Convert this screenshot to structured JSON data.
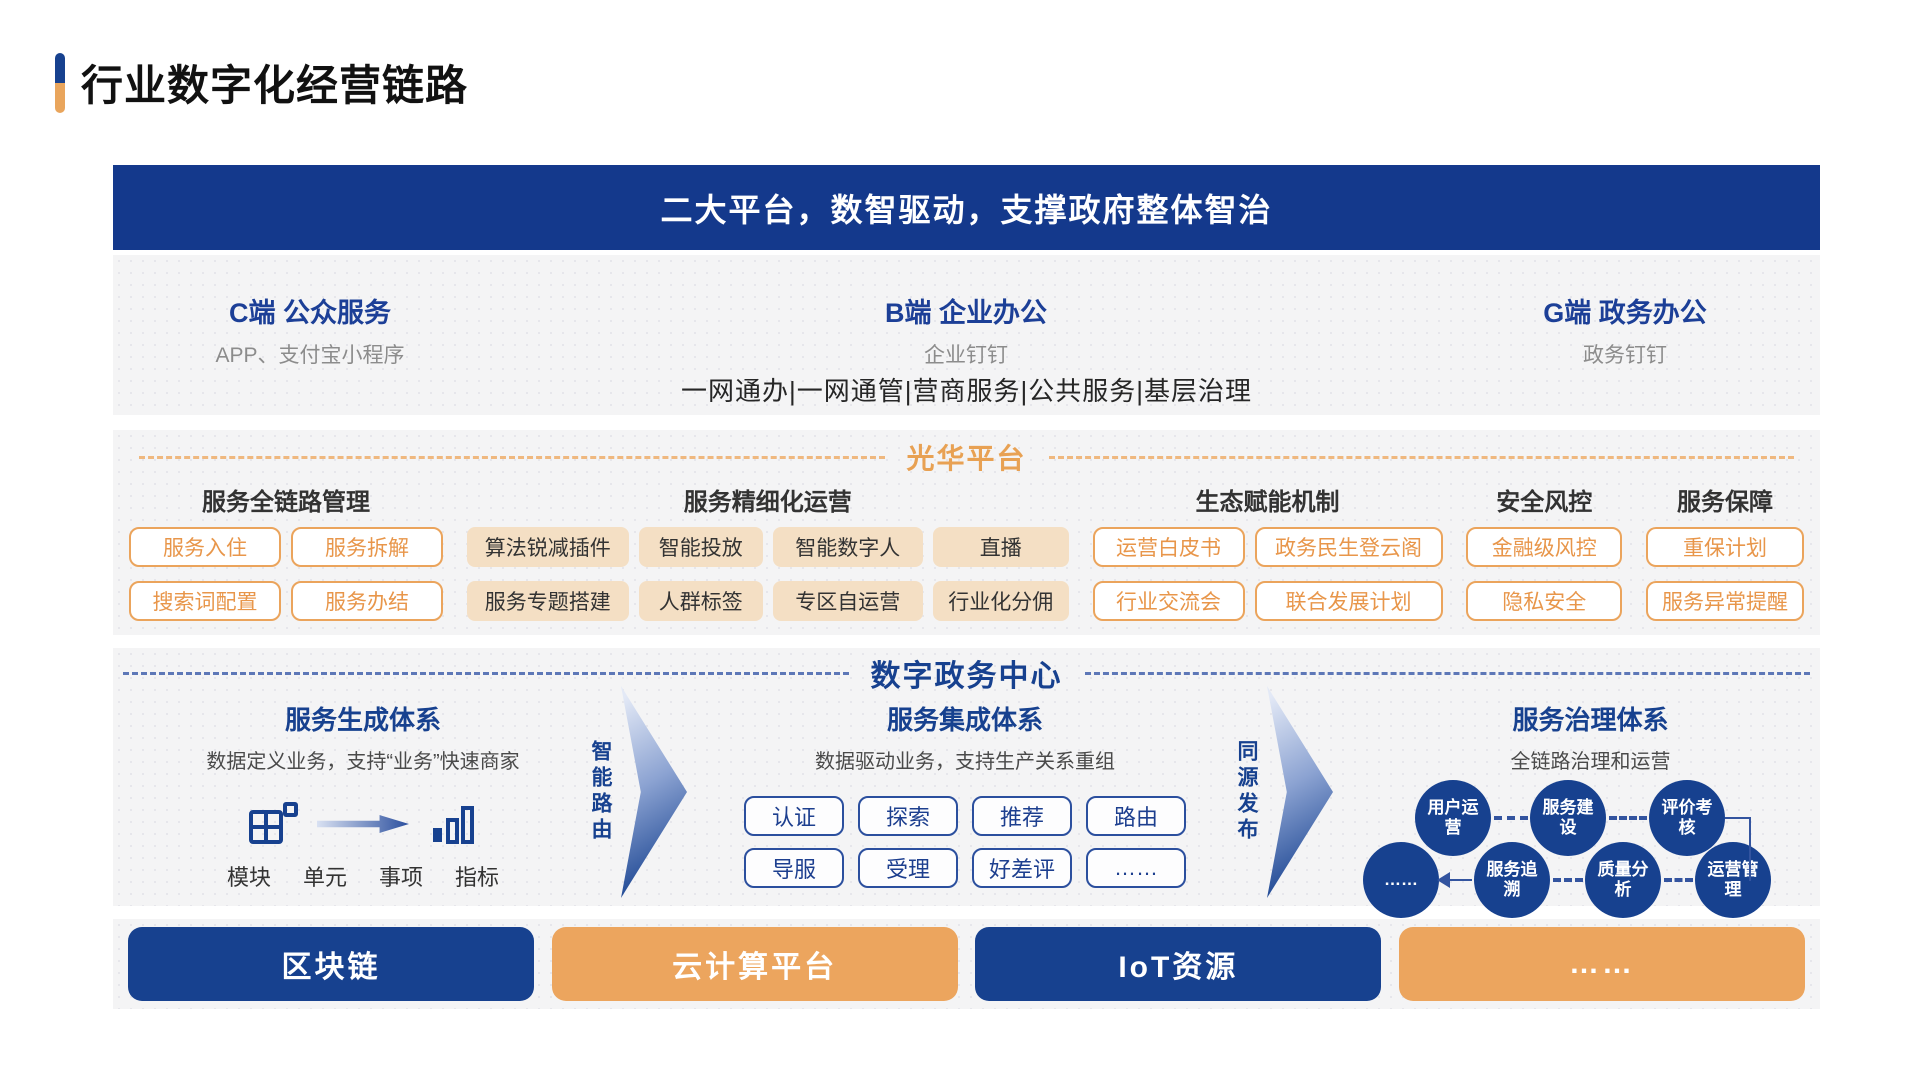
{
  "page_title": "行业数字化经营链路",
  "banner": {
    "text": "二大平台，数智驱动，支撑政府整体智治"
  },
  "platforms": {
    "channels": [
      {
        "title": "C端 公众服务",
        "subtitle": "APP、支付宝小程序"
      },
      {
        "title": "B端 企业办公",
        "subtitle": "企业钉钉"
      },
      {
        "title": "G端 政务办公",
        "subtitle": "政务钉钉"
      }
    ],
    "services_line": "一网通办|一网通管|营商服务|公共服务|基层治理"
  },
  "guanghua": {
    "title": "光华平台",
    "groups": [
      {
        "header": "服务全链路管理",
        "buttons": [
          "服务入住",
          "服务拆解",
          "搜索词配置",
          "服务办结"
        ]
      },
      {
        "header": "服务精细化运营",
        "buttons": [
          "算法锐减插件",
          "智能投放",
          "智能数字人",
          "直播",
          "服务专题搭建",
          "人群标签",
          "专区自运营",
          "行业化分佣"
        ]
      },
      {
        "header": "生态赋能机制",
        "buttons": [
          "运营白皮书",
          "政务民生登云阁",
          "行业交流会",
          "联合发展计划"
        ]
      },
      {
        "header": "安全风控",
        "buttons": [
          "金融级风控",
          "隐私安全"
        ]
      },
      {
        "header": "服务保障",
        "buttons": [
          "重保计划",
          "服务异常提醒"
        ]
      }
    ]
  },
  "digital_center": {
    "title": "数字政务中心",
    "generation": {
      "title": "服务生成体系",
      "subtitle": "数据定义业务，支持“业务”快速商家",
      "flow_labels": [
        "模块",
        "单元",
        "事项",
        "指标"
      ]
    },
    "arrow1_label": "智能路由",
    "integration": {
      "title": "服务集成体系",
      "subtitle": "数据驱动业务，支持生产关系重组",
      "buttons": [
        "认证",
        "探索",
        "推荐",
        "路由",
        "导服",
        "受理",
        "好差评",
        "……"
      ]
    },
    "arrow2_label": "同源发布",
    "governance": {
      "title": "服务治理体系",
      "subtitle": "全链路治理和运营",
      "circles": [
        "用户运营",
        "服务建设",
        "评价考核",
        "运营管理",
        "质量分析",
        "服务追溯",
        "……"
      ]
    }
  },
  "infrastructure": {
    "items": [
      "区块链",
      "云计算平台",
      "IoT资源",
      "……"
    ]
  },
  "colors": {
    "primary_blue": "#14398C",
    "node_blue": "#17418F",
    "accent_orange": "#E8A153",
    "chip_outline_orange": "#EBA45C",
    "chip_fill_tan": "#F4DFC4",
    "infra_orange": "#ECA55E",
    "section_bg": "#F4F4F5"
  }
}
